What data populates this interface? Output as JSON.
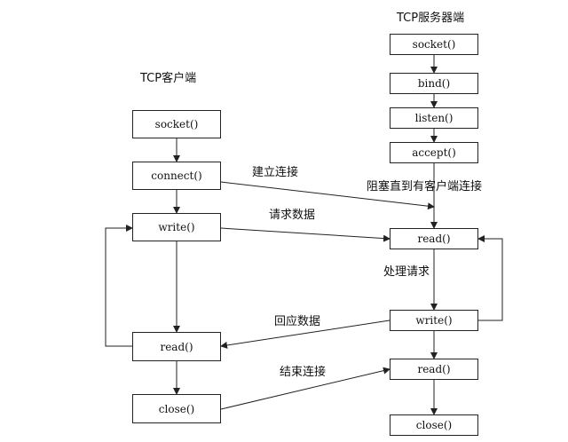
{
  "client": {
    "title": "TCP客户端",
    "steps": {
      "socket": "socket()",
      "connect": "connect()",
      "write": "write()",
      "read": "read()",
      "close": "close()"
    }
  },
  "server": {
    "title": "TCP服务器端",
    "steps": {
      "socket": "socket()",
      "bind": "bind()",
      "listen": "listen()",
      "accept": "accept()",
      "read": "read()",
      "write": "write()",
      "read2": "read()",
      "close": "close()"
    }
  },
  "annotations": {
    "connect": "建立连接",
    "block": "阻塞直到有客户端连接",
    "request": "请求数据",
    "process": "处理请求",
    "reply": "回应数据",
    "end": "结束连接"
  },
  "colors": {
    "line": "#222222",
    "box_border": "#222222",
    "text": "#111111",
    "background": "#ffffff"
  }
}
